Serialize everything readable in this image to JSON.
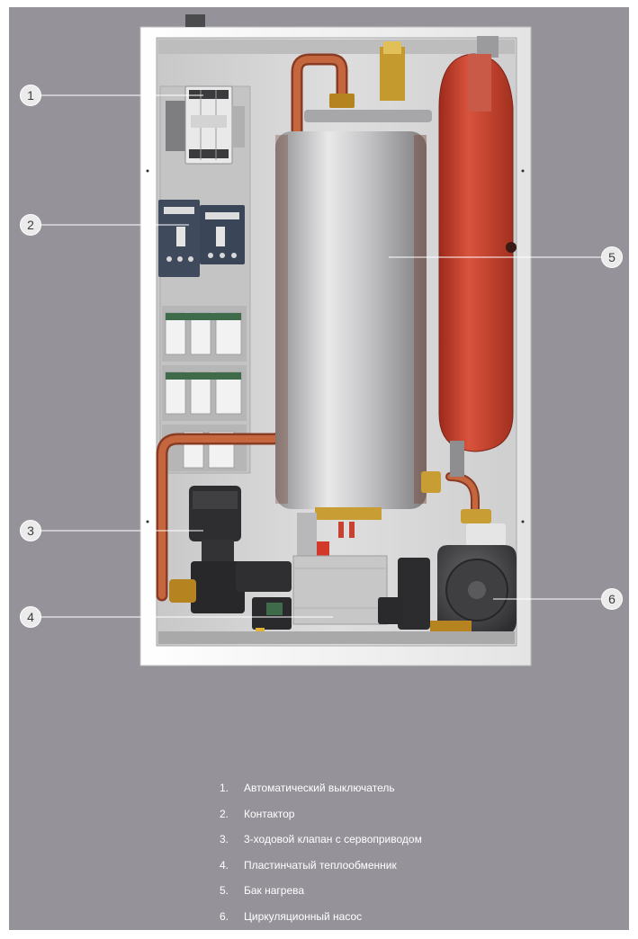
{
  "colors": {
    "background": "#959399",
    "frame": "#f1f1f1",
    "panel": "#d6d6d6",
    "copper": "#b6593a",
    "tank_red": "#c7412d",
    "steel": "#c9c9cb",
    "callout": "#ebebeb"
  },
  "icons": {
    "breaker": "circuit-breaker-icon",
    "contactor": "contactor-icon",
    "valve": "three-way-valve-icon",
    "exchanger": "plate-heat-exchanger-icon",
    "heater": "heating-tank-icon",
    "pump": "circulation-pump-icon"
  },
  "callouts": [
    {
      "num": "1"
    },
    {
      "num": "2"
    },
    {
      "num": "3"
    },
    {
      "num": "4"
    },
    {
      "num": "5"
    },
    {
      "num": "6"
    }
  ],
  "legend": [
    {
      "num": "1.",
      "text": "Автоматический выключатель"
    },
    {
      "num": "2.",
      "text": "Контактор"
    },
    {
      "num": "3.",
      "text": "3-ходовой клапан с сервоприводом"
    },
    {
      "num": "4.",
      "text": "Пластинчатый теплообменник"
    },
    {
      "num": "5.",
      "text": "Бак нагрева"
    },
    {
      "num": "6.",
      "text": "Циркуляционный насос"
    }
  ]
}
